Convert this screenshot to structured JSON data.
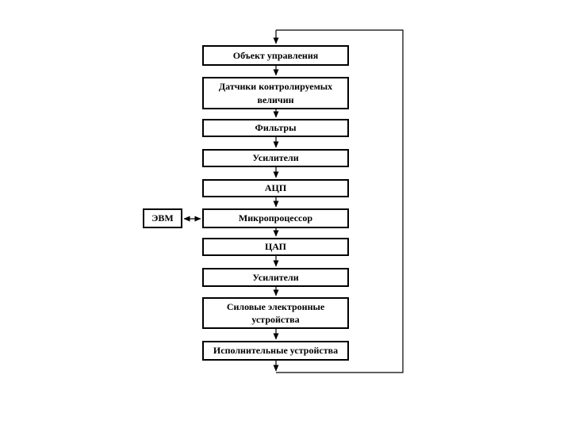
{
  "diagram": {
    "background_color": "#ffffff",
    "line_color": "#000000",
    "box_fill_color": "#ffffff",
    "box_border_color": "#000000",
    "boxes": [
      {
        "label": "Объект управления"
      },
      {
        "label": "Датчики контролируемых величин"
      },
      {
        "label": "Фильтры"
      },
      {
        "label": "Усилители"
      },
      {
        "label": "АЦП"
      },
      {
        "label": "Микропроцессор"
      },
      {
        "label": "ЦАП"
      },
      {
        "label": "Усилители"
      },
      {
        "label": "Силовые электронные устройства"
      },
      {
        "label": "Исполнительные устройства"
      }
    ],
    "side_box": {
      "label": "ЭВМ"
    },
    "edges": [
      {
        "from": "Объект управления",
        "to": "Датчики контролируемых величин",
        "type": "arrow"
      },
      {
        "from": "Датчики контролируемых величин",
        "to": "Фильтры",
        "type": "arrow"
      },
      {
        "from": "Фильтры",
        "to": "Усилители",
        "type": "arrow"
      },
      {
        "from": "Усилители",
        "to": "АЦП",
        "type": "arrow"
      },
      {
        "from": "АЦП",
        "to": "Микропроцессор",
        "type": "arrow"
      },
      {
        "from": "Микропроцессор",
        "to": "ЦАП",
        "type": "arrow"
      },
      {
        "from": "ЦАП",
        "to": "Усилители",
        "type": "arrow"
      },
      {
        "from": "Усилители",
        "to": "Силовые электронные устройства",
        "type": "arrow"
      },
      {
        "from": "Силовые электронные устройства",
        "to": "Исполнительные устройства",
        "type": "arrow"
      },
      {
        "from": "Исполнительные устройства",
        "to": "Объект управления",
        "type": "feedback-arrow-right-side"
      },
      {
        "from": "ЭВМ",
        "to": "Микропроцессор",
        "type": "double-arrow"
      }
    ]
  }
}
